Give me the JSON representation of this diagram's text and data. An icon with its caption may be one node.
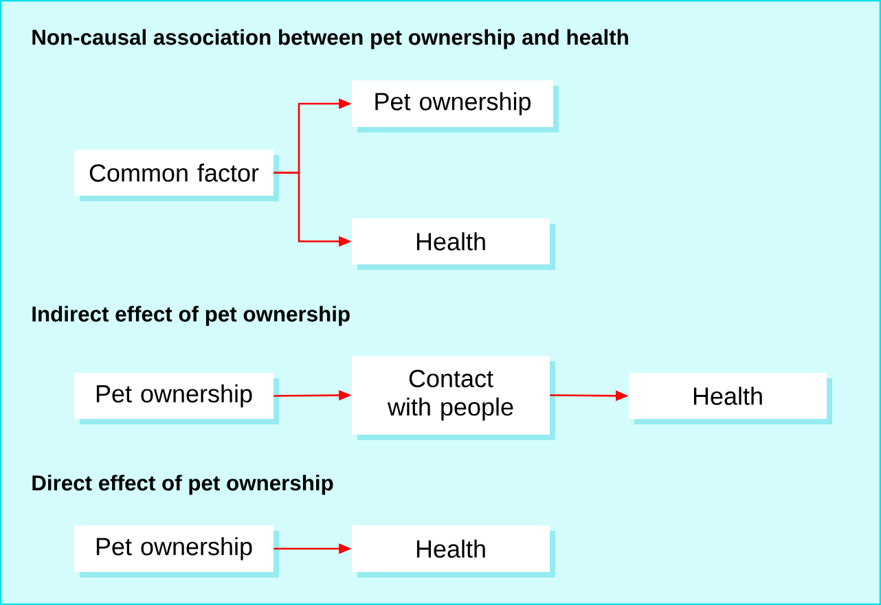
{
  "diagram": {
    "nodes": [
      {
        "text": [
          "Common factor"
        ]
      },
      {
        "text": [
          "Pet ownership"
        ]
      },
      {
        "text": [
          "Health"
        ]
      },
      {
        "text": [
          "Pet ownership"
        ]
      },
      {
        "text": [
          "Contact with people"
        ]
      },
      {
        "text": [
          "Health"
        ]
      },
      {
        "text": [
          "Pet ownership"
        ]
      },
      {
        "text": [
          "Health"
        ]
      }
    ],
    "edges": [
      {
        "from": 0,
        "to": 1,
        "arrow": "to"
      },
      {
        "from": 0,
        "to": 2,
        "arrow": "to"
      },
      {
        "from": 3,
        "to": 4,
        "arrow": "to"
      },
      {
        "from": 4,
        "to": 5,
        "arrow": "to"
      },
      {
        "from": 6,
        "to": 7,
        "arrow": "to"
      }
    ],
    "labels": [
      "Non-causal association between pet ownership and health",
      "Indirect effect of pet ownership",
      "Direct effect of pet ownership"
    ]
  }
}
